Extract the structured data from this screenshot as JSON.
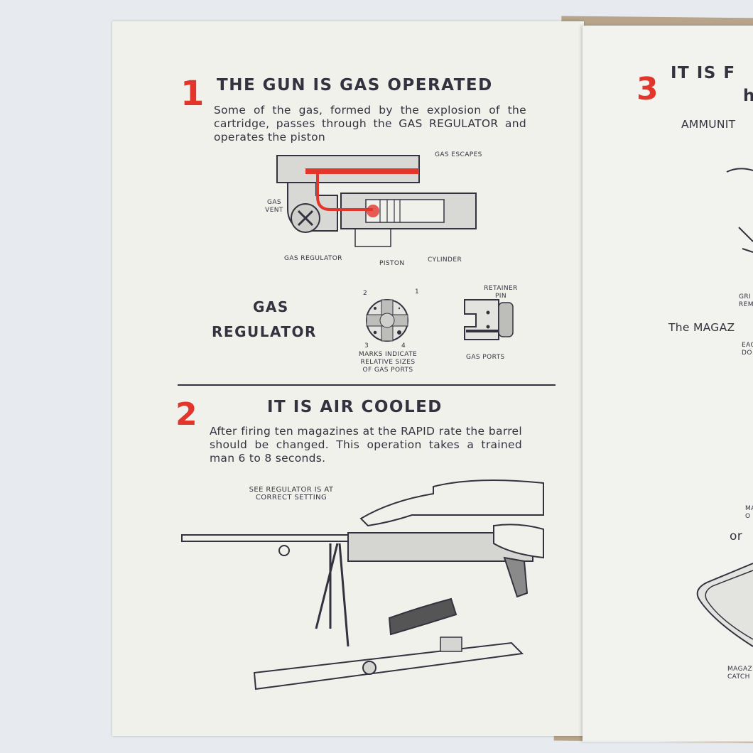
{
  "left_page": {
    "section1": {
      "number": "1",
      "heading": "THE GUN IS GAS OPERATED",
      "body": "Some of the gas, formed by the explosion of the cartridge, passes through the GAS REGULATOR and operates the piston",
      "diagram_labels": {
        "gas_escapes": "GAS ESCAPES",
        "gas_vent": "GAS VENT",
        "gas_regulator": "GAS REGULATOR",
        "piston": "PISTON",
        "cylinder": "CYLINDER"
      },
      "regulator_title_1": "GAS",
      "regulator_title_2": "REGULATOR",
      "regulator_marks": [
        "1",
        "2",
        "3",
        "4"
      ],
      "regulator_caption": "MARKS INDICATE RELATIVE SIZES OF GAS PORTS",
      "retainer_pin": "RETAINER PIN",
      "gas_ports": "GAS PORTS"
    },
    "section2": {
      "number": "2",
      "heading": "IT IS AIR COOLED",
      "body": "After firing ten magazines at the RAPID rate the barrel should be changed. This operation takes a trained man 6 to 8 seconds.",
      "callout": "SEE REGULATOR IS AT CORRECT SETTING"
    }
  },
  "right_page": {
    "number": "3",
    "heading_1": "IT IS F",
    "heading_2": "h",
    "subheading": "AMMUNIT",
    "label_gri": "GRI",
    "label_rem": "REM",
    "magazine_text": "The MAGAZ",
    "label_eac": "EAC",
    "label_do": "DO",
    "label_ma": "MA",
    "label_o": "O",
    "or_text": "or",
    "label_magaz": "MAGAZ",
    "label_catch": "CATCH"
  },
  "colors": {
    "ink": "#34323f",
    "accent_red": "#e2352c",
    "paper": "#f1f1ec"
  }
}
